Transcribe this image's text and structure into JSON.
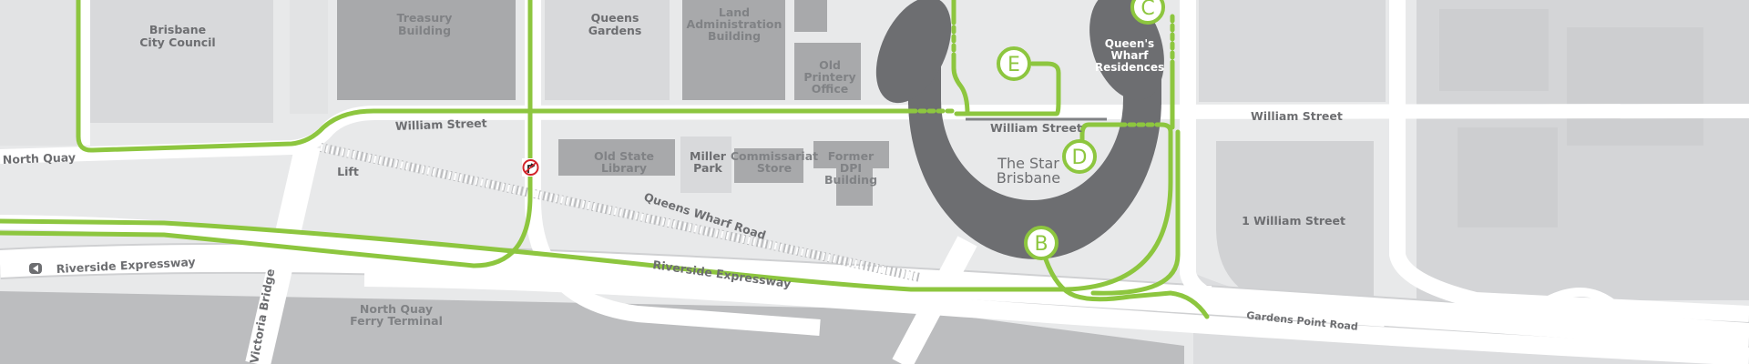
{
  "map": {
    "colors": {
      "route": "#8dc63f",
      "star_building": "#6d6e71",
      "background": "#e8e9ea"
    },
    "buildings": {
      "brisbane_city_council": [
        "Brisbane",
        "City Council"
      ],
      "treasury": [
        "Treasury",
        "Building"
      ],
      "queens_gardens": [
        "Queens",
        "Gardens"
      ],
      "land_admin": [
        "Land",
        "Administration",
        "Building"
      ],
      "old_printery": [
        "Old",
        "Printery",
        "Office"
      ],
      "old_state_library": [
        "Old State",
        "Library"
      ],
      "miller_park": [
        "Miller",
        "Park"
      ],
      "commissariat": [
        "Commissariat",
        "Store"
      ],
      "former_dpi": [
        "Former",
        "DPI",
        "Building"
      ],
      "star": [
        "The Star",
        "Brisbane"
      ],
      "queens_wharf_residences": [
        "Queen's",
        "Wharf",
        "Residences"
      ],
      "one_william": "1 William Street",
      "ferry": [
        "North Quay",
        "Ferry Terminal"
      ],
      "lift": "Lift"
    },
    "streets": {
      "william_1": "William Street",
      "william_2": "William Street",
      "william_3": "William Street",
      "north_quay": "North Quay",
      "riverside_1": "Riverside Expressway",
      "riverside_2": "Riverside Expressway",
      "queens_wharf_road": "Queens Wharf Road",
      "victoria_bridge": "Victoria Bridge",
      "gardens_point": "Gardens Point Road"
    },
    "stops": {
      "b": "B",
      "c": "C",
      "d": "D",
      "e": "E"
    },
    "icons": {
      "no_right_turn": "no-right-turn-sign",
      "direction": "one-way-arrow"
    }
  }
}
